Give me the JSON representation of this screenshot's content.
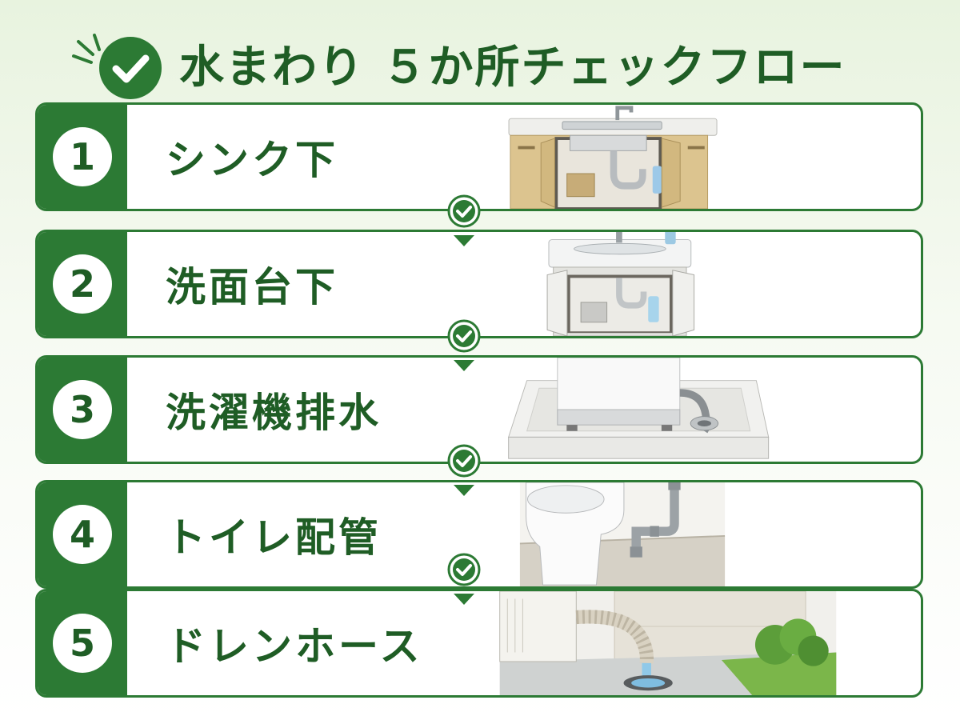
{
  "header": {
    "title": "水まわり ５か所チェックフロー",
    "check_icon": "check-circle-icon"
  },
  "steps": [
    {
      "number": "1",
      "label": "シンク下",
      "illustration": "kitchen-sink-cabinet-illustration"
    },
    {
      "number": "2",
      "label": "洗面台下",
      "illustration": "washbasin-cabinet-illustration"
    },
    {
      "number": "3",
      "label": "洗濯機排水",
      "illustration": "washing-machine-drain-illustration"
    },
    {
      "number": "4",
      "label": "トイレ配管",
      "illustration": "toilet-pipe-illustration"
    },
    {
      "number": "5",
      "label": "ドレンホース",
      "illustration": "drain-hose-illustration"
    }
  ],
  "colors": {
    "primary_green": "#2c7a34",
    "dark_green_text": "#1f5d25",
    "background_tint": "#e8f3df"
  }
}
